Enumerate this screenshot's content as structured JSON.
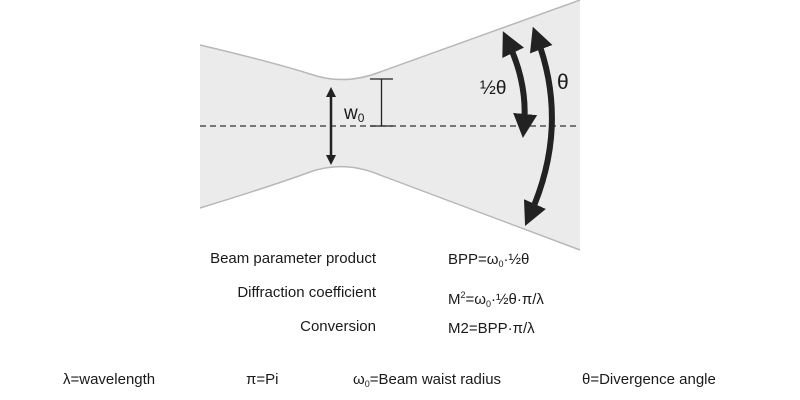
{
  "diagram": {
    "waist_label": "w",
    "waist_sub": "0",
    "half_theta_label": "½θ",
    "theta_label": "θ",
    "colors": {
      "beam_fill": "#ebebeb",
      "beam_edge": "#b8b8b8",
      "ink": "#222222"
    }
  },
  "rows": [
    {
      "label": "Beam parameter product",
      "formula_a": "BPP=ω",
      "formula_sub": "0",
      "formula_b": "·½θ"
    },
    {
      "label": "Diffraction coefficient",
      "formula_a": "M",
      "formula_sup": "2",
      "formula_b": "=ω",
      "formula_sub": "0",
      "formula_c": "·½θ·π/λ"
    },
    {
      "label": "Conversion",
      "formula": "M2=BPP·π/λ"
    }
  ],
  "legend": {
    "lambda": "λ=wavelength",
    "pi": "π=Pi",
    "omega_a": "ω",
    "omega_sub": "0",
    "omega_b": "=Beam waist radius",
    "theta": "θ=Divergence angle"
  }
}
